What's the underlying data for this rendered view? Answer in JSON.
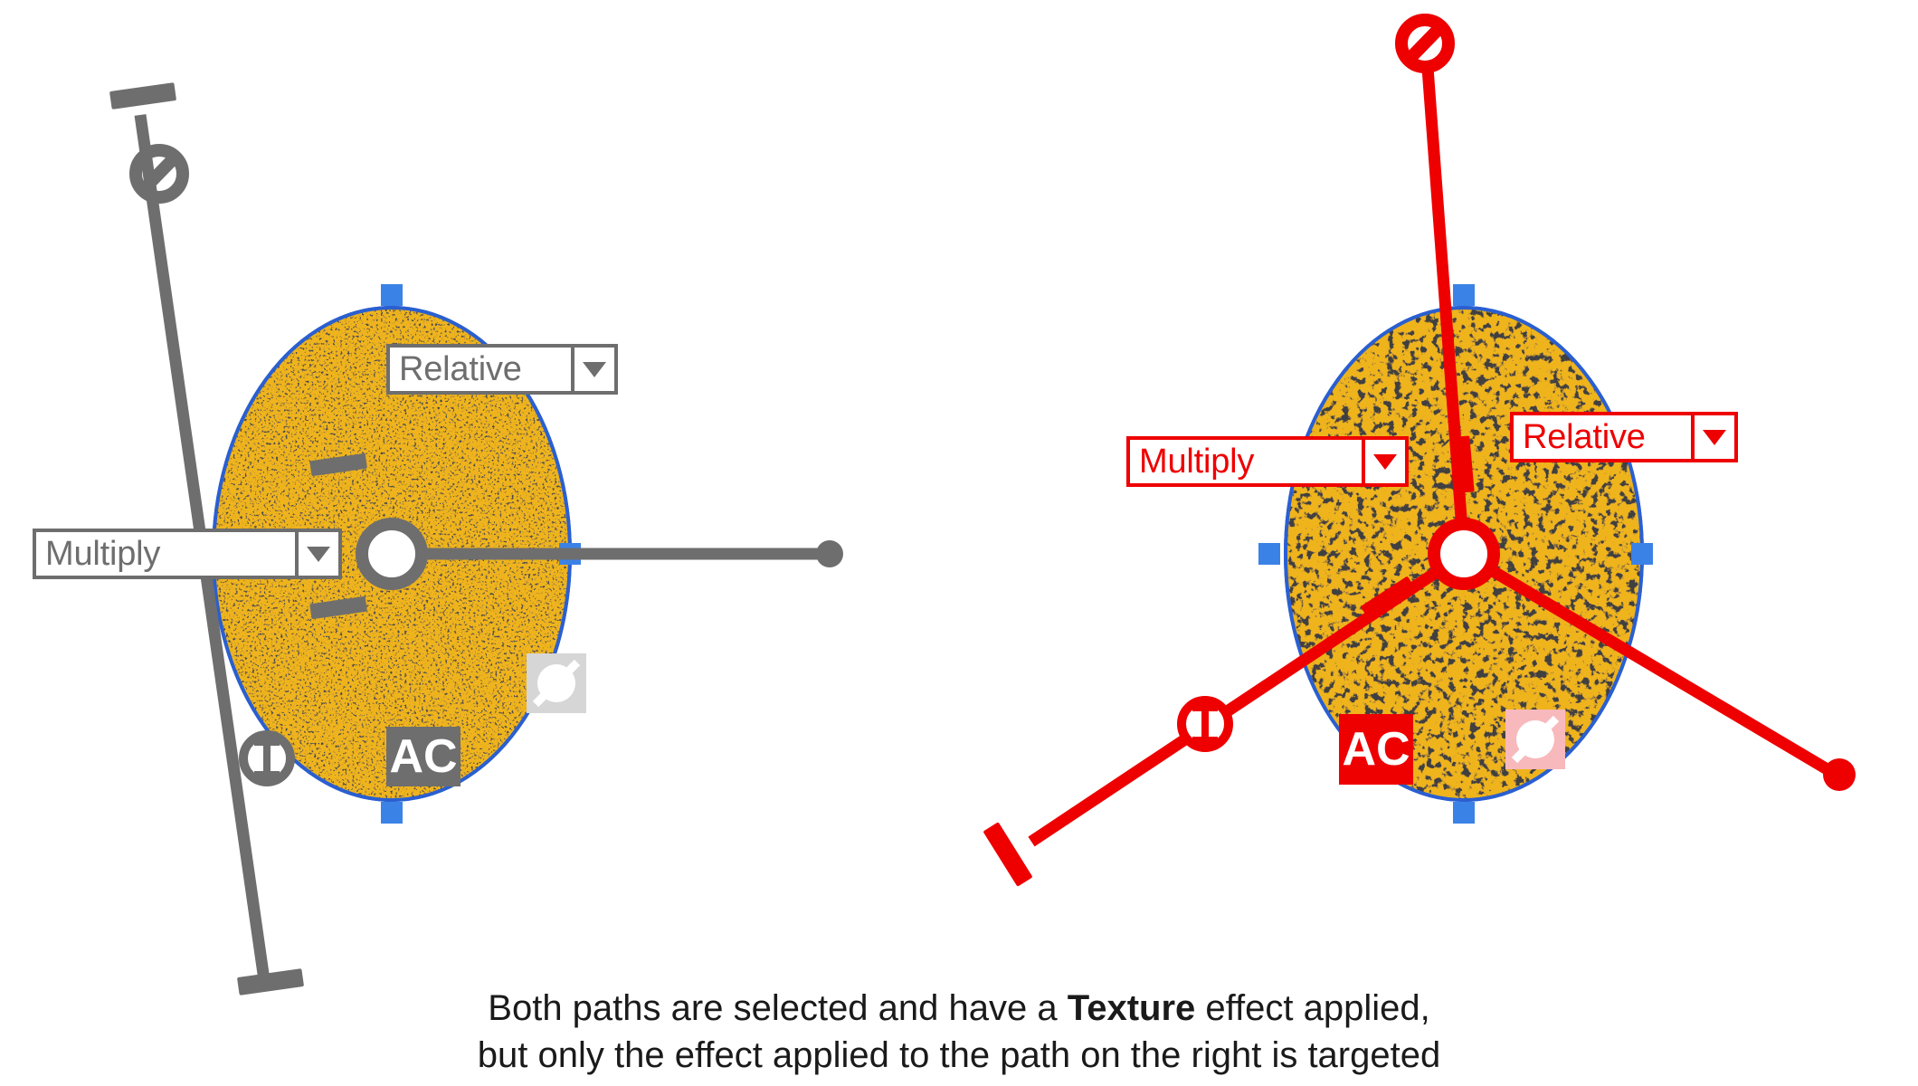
{
  "canvas": {
    "background": "#ffffff",
    "accents": {
      "untargeted": "#6e6e6e",
      "targeted": "#ee0000",
      "path_outline": "#2a5fd0",
      "fill": "#efb41f",
      "texture_speckle": "#111111",
      "node_handle": "#3b82e6",
      "node_fill_white": "#ffffff"
    }
  },
  "left_object": {
    "name": "untargeted-path",
    "state_label": "untargeted",
    "color": "#6e6e6e",
    "blend_mode_combo": {
      "value": "Multiply",
      "placeholder": "Multiply",
      "arrow_icon": "chevron-down-icon"
    },
    "reference_combo": {
      "value": "Relative",
      "placeholder": "Relative",
      "arrow_icon": "chevron-down-icon"
    },
    "ac_badge": "AC",
    "swatch_icon": "no-paint-icon",
    "handles": [
      {
        "icon": "t-bar-handle-icon",
        "label": "scale handle"
      },
      {
        "icon": "circle-slash-handle-icon",
        "label": "no-rotation handle"
      },
      {
        "icon": "cross-bar-handle-icon",
        "label": "offset handle"
      },
      {
        "icon": "round-dot-handle-icon",
        "label": "length handle"
      },
      {
        "icon": "move-vertical-circle-icon",
        "label": "move handle"
      }
    ]
  },
  "right_object": {
    "name": "targeted-path",
    "state_label": "targeted",
    "color": "#ee0000",
    "blend_mode_combo": {
      "value": "Multiply",
      "placeholder": "Multiply",
      "arrow_icon": "chevron-down-icon"
    },
    "reference_combo": {
      "value": "Relative",
      "placeholder": "Relative",
      "arrow_icon": "chevron-down-icon"
    },
    "ac_badge": "AC",
    "swatch_icon": "no-paint-icon",
    "handles": [
      {
        "icon": "circle-slash-handle-icon",
        "label": "no-rotation handle"
      },
      {
        "icon": "cross-bar-handle-icon",
        "label": "offset handle"
      },
      {
        "icon": "round-dot-handle-icon",
        "label": "length handle"
      },
      {
        "icon": "move-vertical-circle-icon",
        "label": "move handle"
      },
      {
        "icon": "t-bar-handle-icon",
        "label": "scale handle"
      }
    ]
  },
  "caption": {
    "line1_before": "Both paths are selected and have a ",
    "line1_bold": "Texture",
    "line1_after": " effect applied,",
    "line2": "but only the effect applied to the path on the right is targeted"
  }
}
